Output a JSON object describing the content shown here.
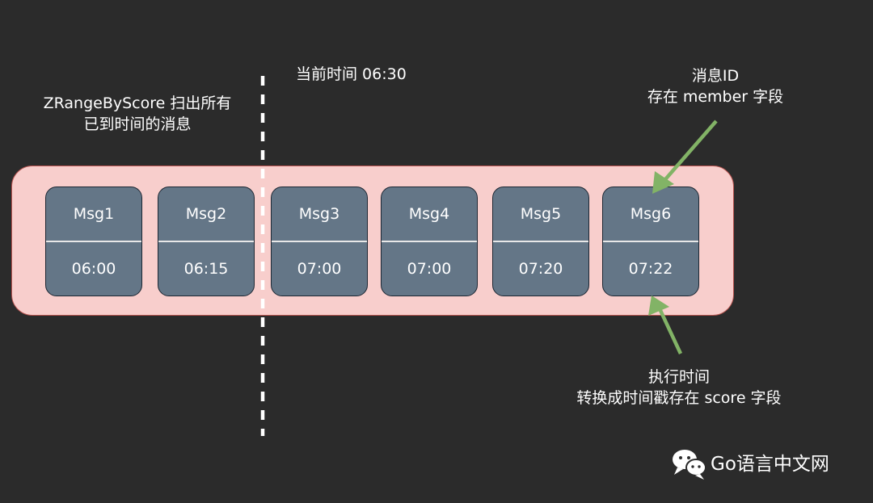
{
  "current_time_label": "当前时间 06:30",
  "scan_note": {
    "line1": "ZRangeByScore 扫出所有",
    "line2": "已到时间的消息"
  },
  "member_note": {
    "line1": "消息ID",
    "line2": "存在 member 字段"
  },
  "score_note": {
    "line1": "执行时间",
    "line2": "转换成时间戳存在 score 字段"
  },
  "messages": [
    {
      "member": "Msg1",
      "score": "06:00"
    },
    {
      "member": "Msg2",
      "score": "06:15"
    },
    {
      "member": "Msg3",
      "score": "07:00"
    },
    {
      "member": "Msg4",
      "score": "07:00"
    },
    {
      "member": "Msg5",
      "score": "07:20"
    },
    {
      "member": "Msg6",
      "score": "07:22"
    }
  ],
  "watermark": "Go语言中文网",
  "colors": {
    "background": "#2b2b2b",
    "band_fill": "#f8cecc",
    "band_stroke": "#b85450",
    "card_fill": "#647687",
    "arrow": "#82b366"
  }
}
